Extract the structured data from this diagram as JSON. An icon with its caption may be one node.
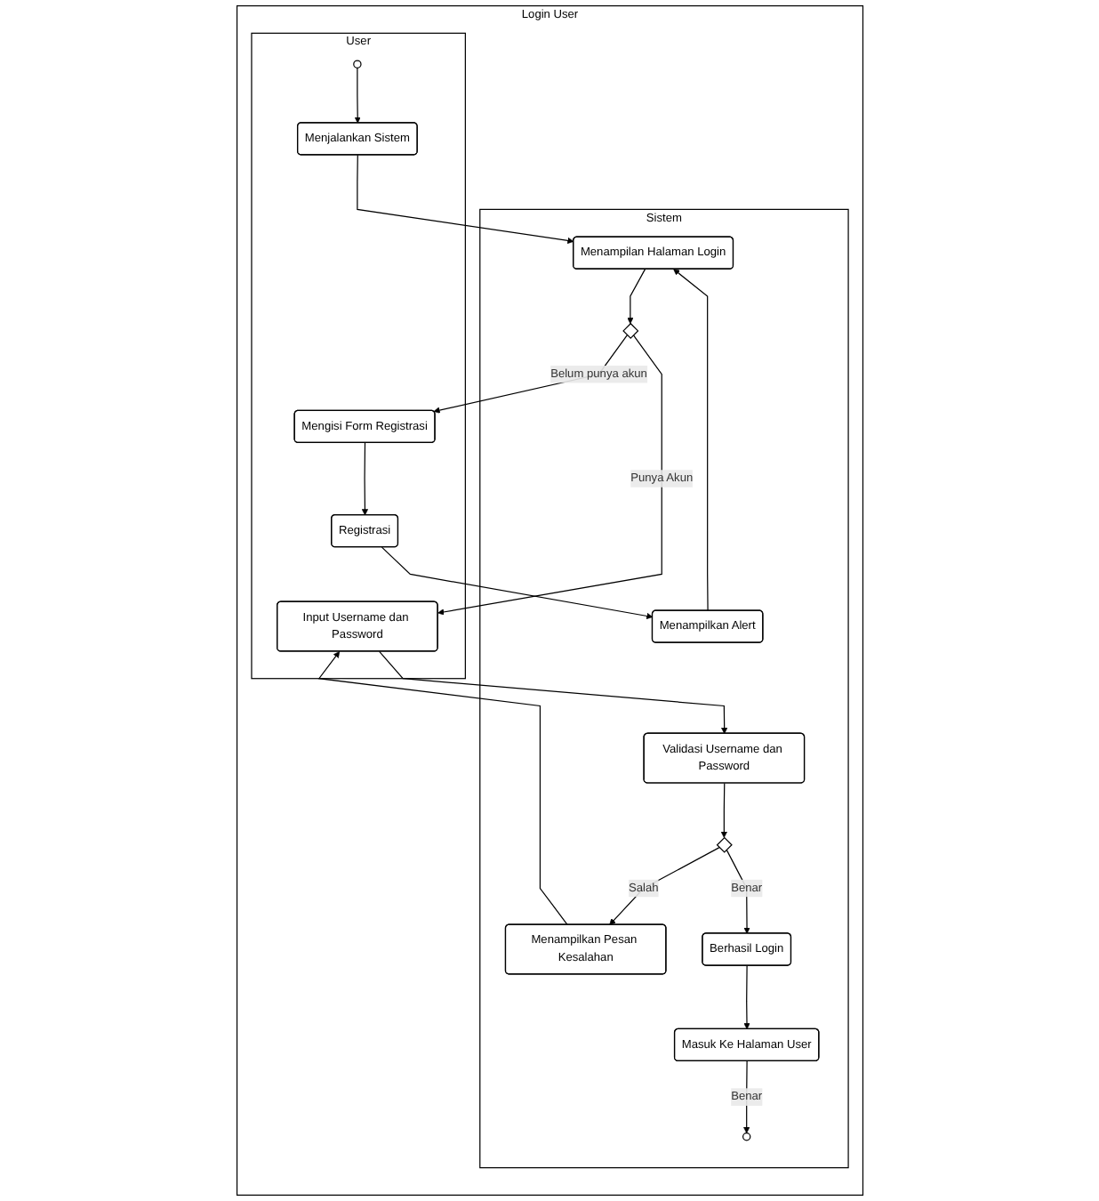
{
  "diagram": {
    "nodes": [
      {
        "text": [
          "Login User"
        ]
      },
      {
        "text": [
          "User"
        ],
        "in": 0
      },
      {
        "text": [
          "Sistem"
        ],
        "in": 0
      },
      {
        "text": [],
        "shape": "circle",
        "in": 1
      },
      {
        "text": [
          "Menjalankan Sistem"
        ],
        "in": 1
      },
      {
        "text": [
          "Mengisi Form Registrasi"
        ],
        "in": 1
      },
      {
        "text": [
          "Registrasi"
        ],
        "in": 1
      },
      {
        "text": [
          "Input Username dan Password"
        ],
        "in": 1
      },
      {
        "text": [
          "Menampilan Halaman Login"
        ],
        "in": 2
      },
      {
        "text": [],
        "shape": "diamond",
        "in": 2
      },
      {
        "text": [
          "Menampilkan Alert"
        ],
        "in": 2
      },
      {
        "text": [
          "Validasi Username dan Password"
        ],
        "in": 2
      },
      {
        "text": [],
        "shape": "diamond",
        "in": 2
      },
      {
        "text": [
          "Menampilkan Pesan Kesalahan"
        ],
        "in": 2
      },
      {
        "text": [
          "Berhasil Login"
        ],
        "in": 2
      },
      {
        "text": [
          "Masuk Ke Halaman User"
        ],
        "in": 2
      },
      {
        "text": [],
        "shape": "circle",
        "in": 2
      }
    ],
    "edges": [
      {
        "from": 3,
        "to": 4,
        "arrow": "to"
      },
      {
        "from": 4,
        "to": 8,
        "arrow": "to"
      },
      {
        "from": 8,
        "to": 9,
        "arrow": "to"
      },
      {
        "from": 9,
        "to": 5,
        "label": "Belum punya akun",
        "arrow": "to"
      },
      {
        "from": 9,
        "to": 7,
        "label": "Punya Akun",
        "arrow": "to"
      },
      {
        "from": 5,
        "to": 6,
        "arrow": "to"
      },
      {
        "from": 6,
        "to": 10,
        "arrow": "to"
      },
      {
        "from": 10,
        "to": 8,
        "arrow": "to"
      },
      {
        "from": 7,
        "to": 11,
        "arrow": "to"
      },
      {
        "from": 11,
        "to": 12,
        "arrow": "to"
      },
      {
        "from": 12,
        "to": 13,
        "label": "Salah",
        "arrow": "to"
      },
      {
        "from": 12,
        "to": 14,
        "label": "Benar",
        "arrow": "to"
      },
      {
        "from": 13,
        "to": 7,
        "arrow": "to"
      },
      {
        "from": 14,
        "to": 15,
        "arrow": "to"
      },
      {
        "from": 15,
        "to": 16,
        "label": "Benar",
        "arrow": "to"
      }
    ]
  }
}
